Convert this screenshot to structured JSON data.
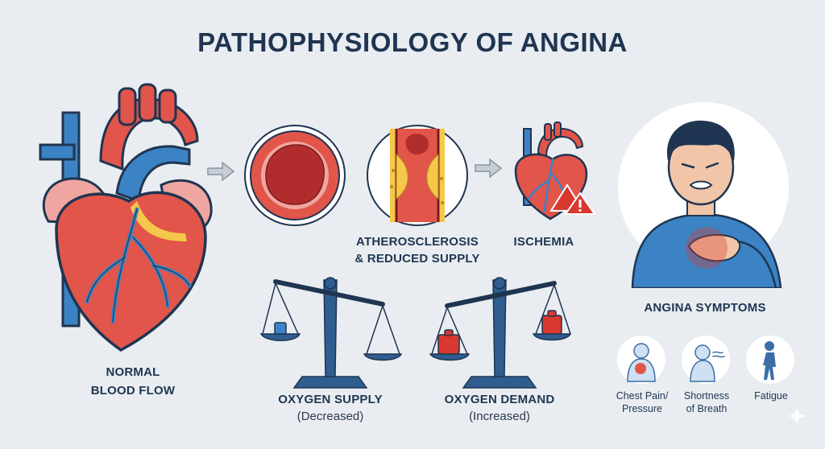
{
  "title": "PATHOPHYSIOLOGY OF ANGINA",
  "stages": {
    "normal_line1": "NORMAL",
    "normal_line2": "BLOOD FLOW",
    "athero_line1": "ATHEROSCLEROSIS",
    "athero_line2": "& REDUCED SUPPLY",
    "ischemia": "ISCHEMIA"
  },
  "balance": {
    "supply_label": "OXYGEN SUPPLY",
    "supply_note": "(Decreased)",
    "demand_label": "OXYGEN DEMAND",
    "demand_note": "(Increased)"
  },
  "symptoms": {
    "heading": "ANGINA SYMPTOMS",
    "items": [
      {
        "line1": "Chest Pain/",
        "line2": "Pressure",
        "icon": "chest-pain-icon"
      },
      {
        "line1": "Shortness",
        "line2": "of Breath",
        "icon": "shortness-of-breath-icon"
      },
      {
        "line1": "Fatigue",
        "line2": "",
        "icon": "fatigue-icon"
      }
    ]
  },
  "colors": {
    "heart_red": "#e2554a",
    "vessel_blue": "#3b83c4",
    "navy": "#1f3551",
    "background": "#e9edf1",
    "warning_red": "#d8382f"
  }
}
